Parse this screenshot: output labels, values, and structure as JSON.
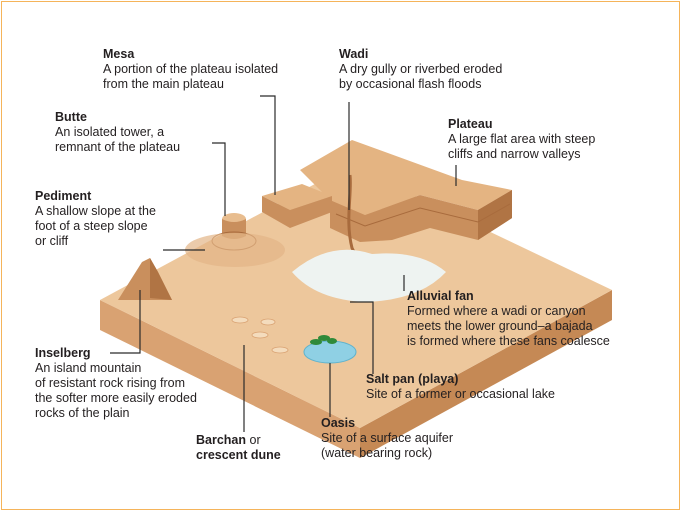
{
  "colors": {
    "frame": "#f5b45a",
    "text": "#231f20",
    "leader": "#2b2b2b",
    "sand_top": "#edc79c",
    "sand_front": "#d9a272",
    "sand_side": "#c58955",
    "rock": "#c98f5d",
    "salt_pan": "#eef3f1",
    "water": "#8fd0e4"
  },
  "labels": {
    "mesa": {
      "title": "Mesa",
      "lines": [
        "A portion of the plateau isolated",
        "from the main plateau"
      ]
    },
    "wadi": {
      "title": "Wadi",
      "lines": [
        "A dry gully or riverbed eroded",
        "by occasional flash floods"
      ]
    },
    "butte": {
      "title": "Butte",
      "lines": [
        "An isolated tower, a",
        "remnant of the plateau"
      ]
    },
    "plateau": {
      "title": "Plateau",
      "lines": [
        "A large flat area with steep",
        "cliffs and narrow valleys"
      ]
    },
    "pediment": {
      "title": "Pediment",
      "lines": [
        "A shallow slope at the",
        "foot of a steep slope",
        "or cliff"
      ]
    },
    "alluvial_fan": {
      "title": "Alluvial fan",
      "lines": [
        "Formed where a wadi or canyon",
        "meets the lower ground–a bajada",
        "is formed where these fans coalesce"
      ]
    },
    "inselberg": {
      "title": "Inselberg",
      "lines": [
        "An island mountain",
        "of resistant rock rising from",
        "the softer more easily eroded",
        "rocks of the plain"
      ]
    },
    "salt_pan": {
      "title": "Salt pan (playa)",
      "lines": [
        "Site of a former or occasional lake"
      ]
    },
    "barchan": {
      "title": "Barchan",
      "connector": " or",
      "title2": "crescent dune"
    },
    "oasis": {
      "title": "Oasis",
      "lines": [
        "Site of a surface aquifer",
        "(water bearing rock)"
      ]
    }
  }
}
